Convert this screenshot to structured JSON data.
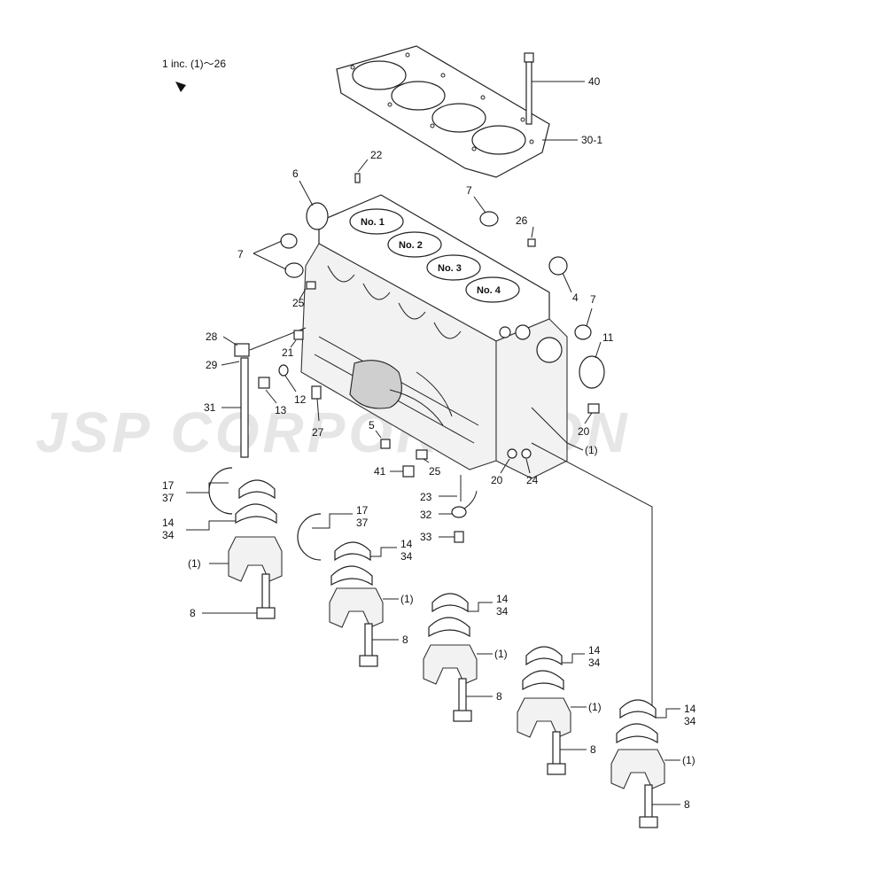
{
  "header": {
    "note": "1 inc. (1)～26"
  },
  "watermark": {
    "text": "JSP CORPORATION"
  },
  "cylinders": [
    "No. 1",
    "No. 2",
    "No. 3",
    "No. 4"
  ],
  "callouts": {
    "c40": "40",
    "c30_1": "30-1",
    "c22": "22",
    "c6": "6",
    "c7a": "7",
    "c26": "26",
    "c7b": "7",
    "c4": "4",
    "c7c": "7",
    "c11": "11",
    "c25a": "25",
    "c28": "28",
    "c29": "29",
    "c21": "21",
    "c31": "31",
    "c13": "13",
    "c12": "12",
    "c27": "27",
    "c5": "5",
    "c20a": "20",
    "c1a": "(1)",
    "c41": "41",
    "c25b": "25",
    "c20b": "20",
    "c24": "24",
    "c23": "23",
    "c32": "32",
    "c33": "33",
    "g1_17": "17",
    "g1_37": "37",
    "g1_14": "14",
    "g1_34": "34",
    "g1_1": "(1)",
    "g1_8": "8",
    "g2_17": "17",
    "g2_37": "37",
    "g2_14": "14",
    "g2_34": "34",
    "g2_1": "(1)",
    "g2_8": "8",
    "g3_14": "14",
    "g3_34": "34",
    "g3_1": "(1)",
    "g3_8": "8",
    "g4_14": "14",
    "g4_34": "34",
    "g4_1": "(1)",
    "g4_8": "8",
    "g5_14": "14",
    "g5_34": "34",
    "g5_1": "(1)",
    "g5_8": "8"
  }
}
